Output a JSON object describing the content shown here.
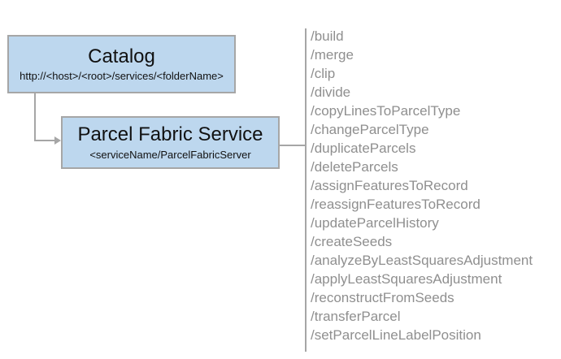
{
  "diagram": {
    "catalog_box": {
      "title": "Catalog",
      "subtitle": "http://<host>/<root>/services/<folderName>"
    },
    "service_box": {
      "title": "Parcel Fabric Service",
      "subtitle": "<serviceName/ParcelFabricServer"
    }
  },
  "endpoints": {
    "items": [
      "/build",
      "/merge",
      "/clip",
      "/divide",
      "/copyLinesToParcelType",
      "/changeParcelType",
      "/duplicateParcels",
      "/deleteParcels",
      "/assignFeaturesToRecord",
      "/reassignFeaturesToRecord",
      "/updateParcelHistory",
      "/createSeeds",
      "/analyzeByLeastSquaresAdjustment",
      "/applyLeastSquaresAdjustment",
      "/reconstructFromSeeds",
      "/transferParcel",
      "/setParcelLineLabelPosition"
    ]
  },
  "colors": {
    "box_fill": "#bdd7ee",
    "box_border": "#a6a6a6",
    "connector": "#a6a6a6",
    "endpoint_text": "#8f8f8f",
    "title_text": "#111111"
  }
}
